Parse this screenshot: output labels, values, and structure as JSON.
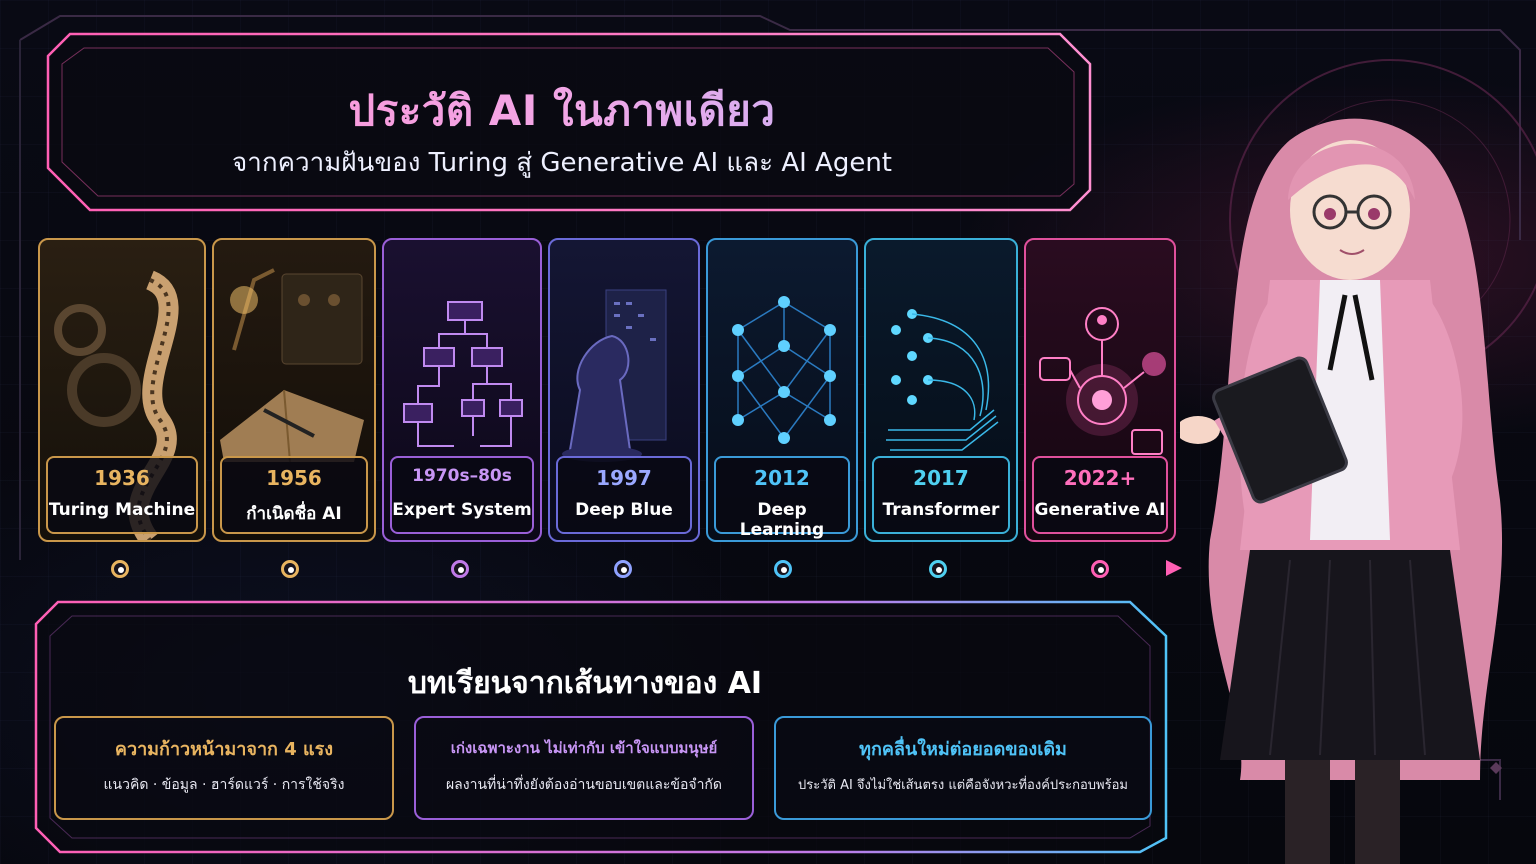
{
  "header": {
    "title": "ประวัติ AI ในภาพเดียว",
    "subtitle": "จากความฝันของ Turing สู่ Generative AI และ AI Agent"
  },
  "milestones": [
    {
      "year": "1936",
      "name": "Turing Machine",
      "color": "#e8b460",
      "icon": "film-ribbon-gears-icon"
    },
    {
      "year": "1956",
      "name": "กำเนิดชื่อ AI",
      "color": "#e8b460",
      "icon": "desk-lamp-notebook-icon"
    },
    {
      "year": "1970s–80s",
      "name": "Expert System",
      "color": "#b77cf0",
      "icon": "flowchart-icon"
    },
    {
      "year": "1997",
      "name": "Deep Blue",
      "color": "#8fa2ff",
      "icon": "chess-knight-icon"
    },
    {
      "year": "2012",
      "name": "Deep Learning",
      "color": "#4fc3f7",
      "icon": "neural-network-icon"
    },
    {
      "year": "2017",
      "name": "Transformer",
      "color": "#4fd0f0",
      "icon": "transformer-layers-icon"
    },
    {
      "year": "2022+",
      "name": "Generative AI",
      "color": "#ff5fb4",
      "icon": "generative-hub-icon"
    }
  ],
  "lessons": {
    "title": "บทเรียนจากเส้นทางของ AI",
    "cards": [
      {
        "heading": "ความก้าวหน้ามาจาก 4 แรง",
        "body": "แนวคิด · ข้อมูล · ฮาร์ดแวร์ · การใช้จริง",
        "color": "#e8b460"
      },
      {
        "heading": "เก่งเฉพาะงาน ไม่เท่ากับ เข้าใจแบบมนุษย์",
        "body": "ผลงานที่น่าทึ่งยังต้องอ่านขอบเขตและข้อจำกัด",
        "color": "#b77cf0"
      },
      {
        "heading": "ทุกคลื่นใหม่ต่อยอดของเดิม",
        "body": "ประวัติ AI จึงไม่ใช่เส้นตรง แต่คือจังหวะที่องค์ประกอบพร้อม",
        "color": "#4fc3f7"
      }
    ]
  },
  "colors": {
    "accent_pink": "#ff5fb4",
    "accent_gold": "#e8b460",
    "accent_purple": "#b77cf0",
    "accent_blue": "#4fc3f7",
    "background": "#07080f"
  },
  "illustration": {
    "subject": "pink-haired-presenter-with-tablet-icon"
  }
}
